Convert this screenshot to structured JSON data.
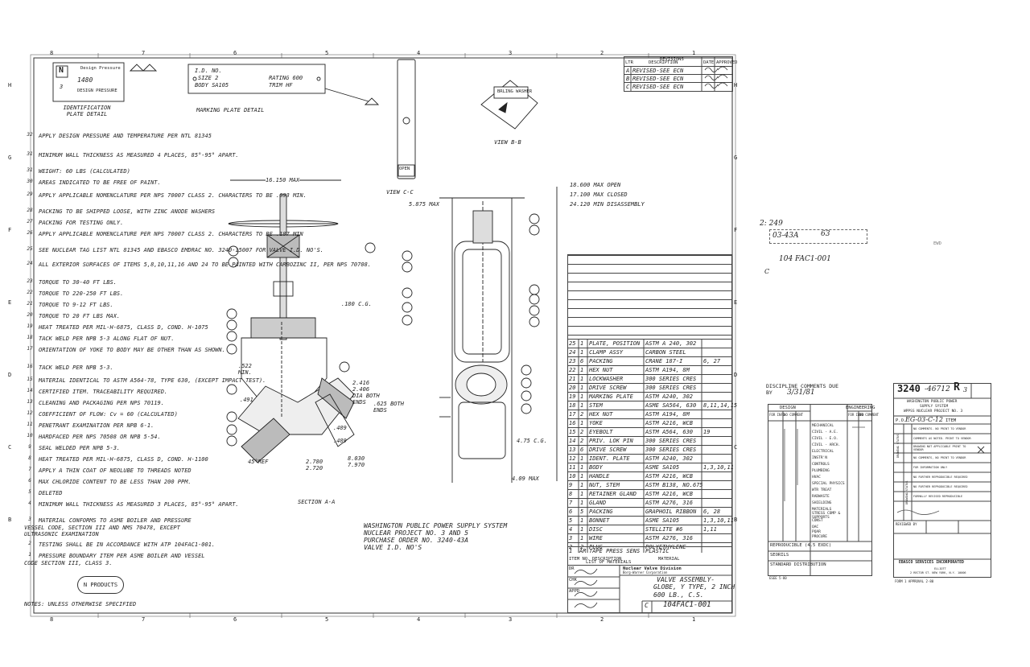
{
  "border": {
    "top_numbers": [
      "8",
      "7",
      "6",
      "5",
      "4",
      "3",
      "2",
      "1"
    ],
    "side_letters": [
      "H",
      "G",
      "F",
      "E",
      "D",
      "C",
      "B"
    ]
  },
  "ident_plate": {
    "title": "IDENTIFICATION PLATE DETAIL",
    "logo": "N",
    "lines": [
      "Design Pressure",
      "1480",
      "3",
      "DESIGN PRESSURE"
    ]
  },
  "marking_plate": {
    "title": "MARKING PLATE DETAIL",
    "line1_left": "I.D. NO.",
    "line2_left": "SIZE 2",
    "line2_right": "RATING 600",
    "line3_left": "BODY SA105",
    "line3_right": "TRIM HF"
  },
  "view_labels": {
    "view_cc": "VIEW C-C",
    "view_bb": "VIEW B-B",
    "section_aa": "SECTION A-A",
    "open": "OPEN",
    "being_washer": "BRLING WASHER"
  },
  "dimensions": {
    "d1": "16.150 MAX",
    "d2": "5.875 MAX",
    "d3": "18.600 MAX OPEN",
    "d4": "17.100 MAX CLOSED",
    "d5": "24.120 MIN DISASSEMBLY",
    "d6": ".180 C.G.",
    "d7": ".522 MIN.",
    "d8": "2.416 2.406 DIA BOTH ENDS",
    "d9": ".625 BOTH ENDS",
    "d10": ".491",
    "d11": ".489",
    "d12": ".489",
    "d13": "2.780 2.720",
    "d14": "8.030 7.970",
    "d15": "45°REF",
    "d16": "4.75 C.G.",
    "d17": "4.09 MAX"
  },
  "notes_title": "NOTES: UNLESS OTHERWISE SPECIFIED",
  "notes": [
    {
      "n": "32",
      "text": "APPLY DESIGN PRESSURE AND TEMPERATURE PER NTL 81345"
    },
    {
      "n": "31",
      "text": "MINIMUM WALL THICKNESS AS MEASURED 4 PLACES, 85°-95° APART."
    },
    {
      "n": "31",
      "text": "WEIGHT: 60 LBS (CALCULATED)"
    },
    {
      "n": "30",
      "text": "AREAS INDICATED TO BE FREE OF PAINT."
    },
    {
      "n": "29",
      "text": "APPLY APPLICABLE NOMENCLATURE PER NPS 70007 CLASS 2. CHARACTERS TO BE .093 MIN."
    },
    {
      "n": "28",
      "text": "PACKING TO BE SHIPPED LOOSE, WITH ZINC ANODE WASHERS"
    },
    {
      "n": "27",
      "text": "PACKING FOR TESTING ONLY."
    },
    {
      "n": "26",
      "text": "APPLY APPLICABLE NOMENCLATURE PER NPS 70007 CLASS 2. CHARACTERS TO BE .187 MIN"
    },
    {
      "n": "25",
      "text": "SEE NUCLEAR TAG LIST NTL 81345 AND EBASCO EMDRAC NO. 3240-15007 FOR VALVE I.D. NO'S."
    },
    {
      "n": "24",
      "text": "ALL EXTERIOR SURFACES OF ITEMS 5,8,10,11,16 AND 24 TO BE PAINTED WITH CARBOZINC II, PER NPS 70708."
    },
    {
      "n": "23",
      "text": "TORQUE TO 30-40 FT LBS."
    },
    {
      "n": "22",
      "text": "TORQUE TO 220-250 FT LBS."
    },
    {
      "n": "21",
      "text": "TORQUE TO 9-12 FT LBS."
    },
    {
      "n": "20",
      "text": "TORQUE TO 20 FT LBS MAX."
    },
    {
      "n": "19",
      "text": "HEAT TREATED PER MIL-H-6875, CLASS D, COND. H-1075"
    },
    {
      "n": "18",
      "text": "TACK WELD PER NPB 5-3 ALONG FLAT OF NUT."
    },
    {
      "n": "17",
      "text": "ORIENTATION OF YOKE TO BODY MAY BE OTHER THAN AS SHOWN."
    },
    {
      "n": "16",
      "text": "TACK WELD PER NPB 5-3."
    },
    {
      "n": "15",
      "text": "MATERIAL IDENTICAL TO ASTM A564-78, TYPE 630, (EXCEPT IMPACT TEST)."
    },
    {
      "n": "14",
      "text": "CERTIFIED ITEM. TRACEABILITY REQUIRED."
    },
    {
      "n": "13",
      "text": "CLEANING AND PACKAGING PER NPS 70119."
    },
    {
      "n": "12",
      "text": "COEFFICIENT OF FLOW: Cv = 60 (CALCULATED)"
    },
    {
      "n": "11",
      "text": "PENETRANT EXAMINATION PER NPB 6-1."
    },
    {
      "n": "10",
      "text": "HARDFACED PER NPS 70508 OR NPB 5-54."
    },
    {
      "n": "9",
      "text": "SEAL WELDED PER NPB 5-3."
    },
    {
      "n": "8",
      "text": "HEAT TREATED PER MIL-H-6875, CLASS D, COND. H-1100"
    },
    {
      "n": "7",
      "text": "APPLY A THIN COAT OF NEOLUBE TO THREADS NOTED"
    },
    {
      "n": "6",
      "text": "MAX CHLORIDE CONTENT TO BE LESS THAN 200 PPM."
    },
    {
      "n": "5",
      "text": "DELETED"
    },
    {
      "n": "4",
      "text": "MINIMUM WALL THICKNESS AS MEASURED 3 PLACES, 85°-95° APART."
    },
    {
      "n": "3",
      "text": "MATERIAL CONFORMS TO ASME BOILER AND PRESSURE VESSEL CODE, SECTION III AND NMS 70478, EXCEPT ULTRASONIC EXAMINATION"
    },
    {
      "n": "2",
      "text": "TESTING SHALL BE IN ACCORDANCE WITH ATP 104FAC1-001."
    },
    {
      "n": "1",
      "text": "PRESSURE BOUNDARY ITEM PER ASME BOILER AND VESSEL CODE SECTION III, CLASS 3."
    }
  ],
  "n_products": "N PRODUCTS",
  "project_block": {
    "l1": "WASHINGTON PUBLIC POWER SUPPLY SYSTEM",
    "l2": "NUCLEAR PROJECT NO. 3 AND 5",
    "l3": "PURCHASE ORDER NO. 3240-43A",
    "l4": "VALVE I.D. NO'S"
  },
  "revisions": {
    "header": "REVISIONS",
    "cols": [
      "LTR",
      "DESCRIPTION",
      "DATE",
      "APPROVED"
    ],
    "rows": [
      {
        "ltr": "A",
        "desc": "REVISED-SEE ECN"
      },
      {
        "ltr": "B",
        "desc": "REVISED-SEE ECN"
      },
      {
        "ltr": "C",
        "desc": "REVISED-SEE ECN"
      }
    ]
  },
  "bom": [
    {
      "item": "25",
      "qty": "1",
      "name": "PLATE, POSITION",
      "mat": "ASTM A 240, 302",
      "note": ""
    },
    {
      "item": "24",
      "qty": "1",
      "name": "CLAMP ASSY",
      "mat": "CARBON STEEL",
      "note": ""
    },
    {
      "item": "23",
      "qty": "6",
      "name": "PACKING",
      "mat": "CRANE 187-I",
      "note": "6, 27"
    },
    {
      "item": "22",
      "qty": "1",
      "name": "HEX NUT",
      "mat": "ASTM A194, 8M",
      "note": ""
    },
    {
      "item": "21",
      "qty": "1",
      "name": "LOCKWASHER",
      "mat": "300 SERIES CRES",
      "note": ""
    },
    {
      "item": "20",
      "qty": "1",
      "name": "DRIVE SCREW",
      "mat": "300 SERIES CRES",
      "note": ""
    },
    {
      "item": "19",
      "qty": "1",
      "name": "MARKING PLATE",
      "mat": "ASTM A240, 302",
      "note": ""
    },
    {
      "item": "18",
      "qty": "1",
      "name": "STEM",
      "mat": "ASME SA564, 630",
      "note": "8,11,14,15"
    },
    {
      "item": "17",
      "qty": "2",
      "name": "HEX NUT",
      "mat": "ASTM A194, 8M",
      "note": ""
    },
    {
      "item": "16",
      "qty": "1",
      "name": "YOKE",
      "mat": "ASTM A216, WCB",
      "note": ""
    },
    {
      "item": "15",
      "qty": "2",
      "name": "EYEBOLT",
      "mat": "ASTM A564, 630",
      "note": "19"
    },
    {
      "item": "14",
      "qty": "2",
      "name": "PRIV. LOK PIN",
      "mat": "300 SERIES CRES",
      "note": ""
    },
    {
      "item": "13",
      "qty": "6",
      "name": "DRIVE SCREW",
      "mat": "300 SERIES CRES",
      "note": ""
    },
    {
      "item": "12",
      "qty": "1",
      "name": "IDENT. PLATE",
      "mat": "ASTM A240, 302",
      "note": ""
    },
    {
      "item": "11",
      "qty": "1",
      "name": "BODY",
      "mat": "ASME SA105",
      "note": "1,3,10,11"
    },
    {
      "item": "10",
      "qty": "1",
      "name": "HANDLE",
      "mat": "ASTM A216, WCB",
      "note": ""
    },
    {
      "item": "9",
      "qty": "1",
      "name": "NUT, STEM",
      "mat": "ASTM B138, NO.675",
      "note": ""
    },
    {
      "item": "8",
      "qty": "1",
      "name": "RETAINER GLAND",
      "mat": "ASTM A216, WCB",
      "note": ""
    },
    {
      "item": "7",
      "qty": "1",
      "name": "GLAND",
      "mat": "ASTM A276, 316",
      "note": ""
    },
    {
      "item": "6",
      "qty": "5",
      "name": "PACKING",
      "mat": "GRAPHOIL RIBBON",
      "note": "6, 28"
    },
    {
      "item": "5",
      "qty": "1",
      "name": "BONNET",
      "mat": "ASME SA105",
      "note": "1,3,10,11"
    },
    {
      "item": "4",
      "qty": "1",
      "name": "DISC",
      "mat": "STELLITE #6",
      "note": "1,11"
    },
    {
      "item": "3",
      "qty": "1",
      "name": "WIRE",
      "mat": "ASTM A276, 316",
      "note": ""
    },
    {
      "item": "2",
      "qty": "2",
      "name": "PLUG",
      "mat": "POLYETHYLENE",
      "note": ""
    },
    {
      "item": "1",
      "qty": "AR",
      "name": "TAPE PRESS SENS",
      "mat": "PLASTIC",
      "note": ""
    }
  ],
  "bom_footer": {
    "item": "ITEM NO.",
    "qty": "QTY REQD",
    "desc": "DESCRIPTION",
    "mat": "MATERIAL",
    "list": "LIST OF MATERIALS"
  },
  "title_block": {
    "company": "Nuclear Valve Division",
    "company2": "Borg-Warner Corporation",
    "title1": "VALVE ASSEMBLY-",
    "title2": "GLOBE, Y TYPE, 2 INCH",
    "title3": "600 LB., C.S.",
    "size": "C",
    "dwg_no": "104FAC1-001",
    "drawn": "DR",
    "chk": "CHK",
    "appd": "APPD"
  },
  "handwritten_right": {
    "l1": "2: 249",
    "l2": "03-43A",
    "l3": "63",
    "l4": "104 FAC1-001",
    "l5": "C",
    "l6": "EWD"
  },
  "discipline": {
    "title": "DISCIPLINE COMMENTS DUE BY",
    "due": "3/31/81",
    "col1": "DESIGN",
    "col2": "ENGINEERING",
    "sub1": "FOR INFO",
    "sub2": "NO COMMENT",
    "sub3": "FOR INFO",
    "sub4": "NO COMMENT",
    "disciplines": [
      "MECHANICAL",
      "CIVIL - A.E.",
      "CIVIL - E.O.",
      "CIVIL - ARCH.",
      "ELECTRICAL",
      "INSTR'N",
      "CONTROLS",
      "PLUMBING",
      "HVAC",
      "SPECIAL PHYSICS",
      "WTR TREAT",
      "RADWASTE",
      "SHIELDING",
      "MATERIALS STRESS COMP & SUPPORTS",
      "CONST",
      "QAC",
      "PQAR",
      "PROCURE"
    ],
    "footer1": "REPRODUCIBLE (4.5 EXDC)",
    "footer2": "SEORILS",
    "footer3": "STANDARD DISTRIBUTION",
    "bottom": "ESEE 5-80"
  },
  "ebasco": {
    "file_no": "3240",
    "hand_no": "-46712",
    "rev_letter": "R",
    "rev_small": "3",
    "l1": "WASHINGTON PUBLIC POWER",
    "l2": "SUPPLY SYSTEM",
    "l3": "WPPSS NUCLEAR PROJECT NO. 3",
    "po_label": "P.O.",
    "po": "EG-03-C-12",
    "item_label": "ITEM",
    "rows": [
      "NO COMMENTS. NO PRINT TO VENDOR",
      "COMMENTS AS NOTED. PRINT TO VENDOR",
      "DRAWING NOT APPLICABLE PRINT TO VENDOR",
      "NO COMMENTS, NO PRINT TO VENDOR",
      "FOR INFORMATION ONLY",
      "NO FURTHER REPRODUCIBLE REQUIRED",
      "NO FURTHER REPRODUCIBLE REQUIRED",
      "FORMALLY REVISED REPRODUCIBLE"
    ],
    "side1": "DRAWING STATUS",
    "side2": "DRAWING STATUS",
    "reviewed_by": "REVIEWED BY",
    "company": "EBASCO SERVICES INCORPORATED",
    "addr1": "ELLIOTT",
    "addr2": "2 RECTOR ST. NEW YORK, N.Y. 10006",
    "bottom": "FORM 1 APPROVAL 2-80"
  }
}
